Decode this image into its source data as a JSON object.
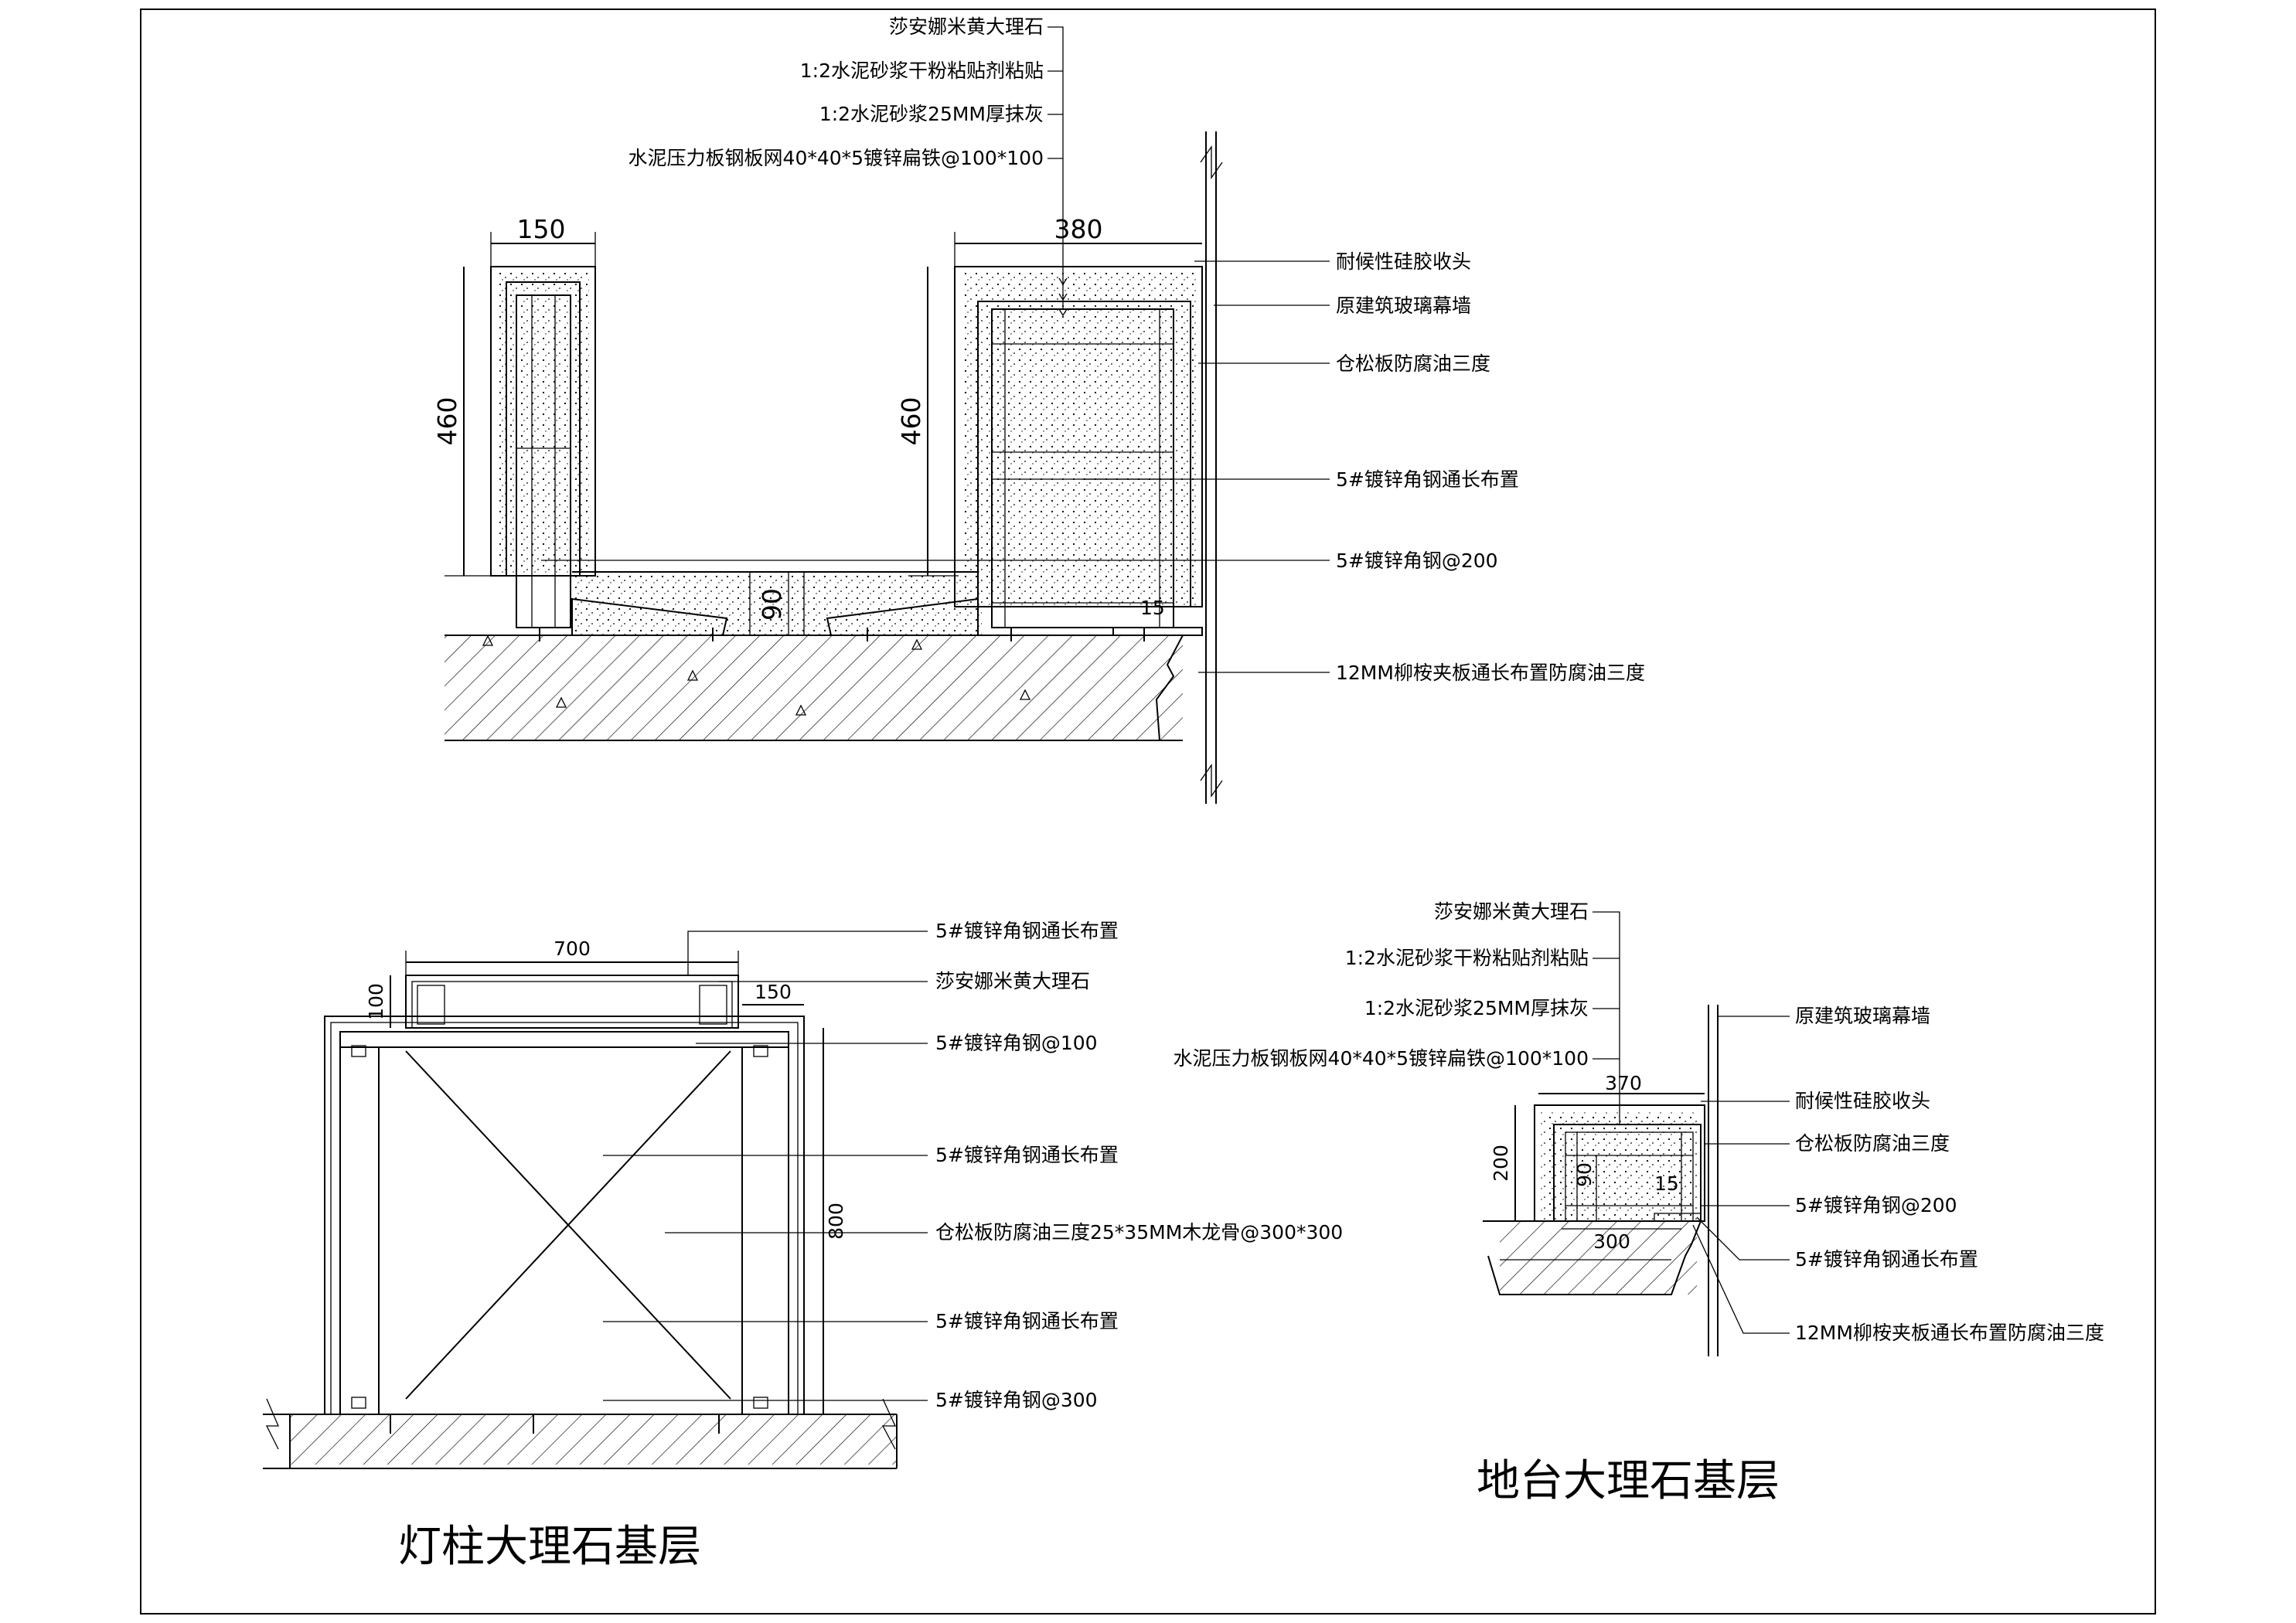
{
  "drawing": {
    "section_top": {
      "labels_top": [
        "莎安娜米黄大理石",
        "1:2水泥砂浆干粉粘贴剂粘贴",
        "1:2水泥砂浆25MM厚抹灰",
        "水泥压力板钢板网40*40*5镀锌扁铁@100*100"
      ],
      "labels_right": [
        "耐候性硅胶收头",
        "原建筑玻璃幕墙",
        "仓松板防腐油三度",
        "5#镀锌角钢通长布置",
        "5#镀锌角钢@200",
        "12MM柳桉夹板通长布置防腐油三度"
      ],
      "dims": {
        "d150": "150",
        "d380": "380",
        "d460a": "460",
        "d460b": "460",
        "d90": "90",
        "d15": "15"
      }
    },
    "lamp_column": {
      "title": "灯柱大理石基层",
      "labels": [
        "5#镀锌角钢通长布置",
        "莎安娜米黄大理石",
        "5#镀锌角钢@100",
        "5#镀锌角钢通长布置",
        "仓松板防腐油三度25*35MM木龙骨@300*300",
        "5#镀锌角钢通长布置",
        "5#镀锌角钢@300"
      ],
      "dims": {
        "d700": "700",
        "d100": "100",
        "d150": "150",
        "d800": "800"
      }
    },
    "platform": {
      "title": "地台大理石基层",
      "labels_left": [
        "莎安娜米黄大理石",
        "1:2水泥砂浆干粉粘贴剂粘贴",
        "1:2水泥砂浆25MM厚抹灰",
        "水泥压力板钢板网40*40*5镀锌扁铁@100*100"
      ],
      "labels_right": [
        "原建筑玻璃幕墙",
        "耐候性硅胶收头",
        "仓松板防腐油三度",
        "5#镀锌角钢@200",
        "5#镀锌角钢通长布置",
        "12MM柳桉夹板通长布置防腐油三度"
      ],
      "dims": {
        "d370": "370",
        "d200": "200",
        "d90": "90",
        "d15": "15",
        "d300": "300"
      }
    }
  }
}
